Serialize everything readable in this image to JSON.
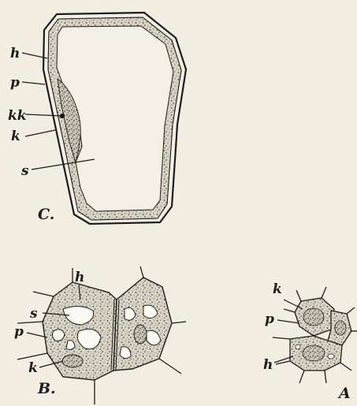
{
  "figure": {
    "panel_c": {
      "caption": "C.",
      "labels": {
        "h": "h",
        "p": "p",
        "kk": "kk",
        "k": "k",
        "s": "s"
      }
    },
    "panel_b": {
      "caption": "B.",
      "labels": {
        "h": "h",
        "s": "s",
        "p": "p",
        "k": "k"
      }
    },
    "panel_a": {
      "caption": "A",
      "labels": {
        "k": "k",
        "p": "p",
        "h": "h"
      }
    },
    "colors": {
      "background": "#f1ede1",
      "ink": "#1c1c1c",
      "protoplasm": "#d7d1c1",
      "vacuole": "#fbf9f3"
    }
  }
}
